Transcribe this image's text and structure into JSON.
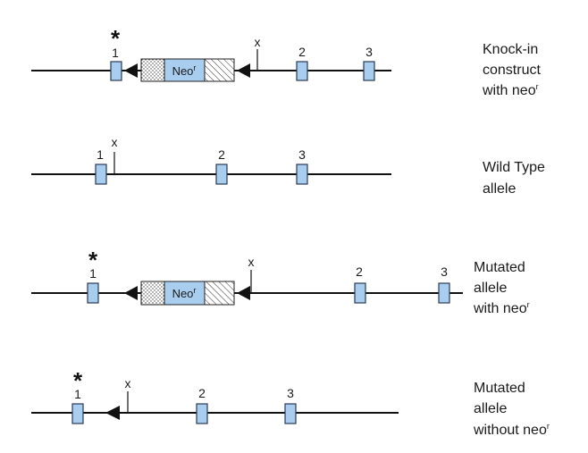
{
  "tracks": [
    {
      "id": "knockin",
      "label_lines": [
        "Knock-in",
        "construct",
        "with neo"
      ],
      "label_sup": "r",
      "star": true,
      "exon_labels": [
        "1",
        "2",
        "3"
      ],
      "marker": "x",
      "cassette": {
        "text": "Neo",
        "sup": "r"
      }
    },
    {
      "id": "wildtype",
      "label_lines": [
        "Wild Type",
        "allele"
      ],
      "label_sup": "",
      "star": false,
      "exon_labels": [
        "1",
        "2",
        "3"
      ],
      "marker": "x",
      "cassette": null
    },
    {
      "id": "mutated-neo",
      "label_lines": [
        "Mutated",
        "allele",
        "with neo"
      ],
      "label_sup": "r",
      "star": true,
      "exon_labels": [
        "1",
        "2",
        "3"
      ],
      "marker": "x",
      "cassette": {
        "text": "Neo",
        "sup": "r"
      }
    },
    {
      "id": "mutated-noneo",
      "label_lines": [
        "Mutated",
        "allele",
        "without neo"
      ],
      "label_sup": "r",
      "star": true,
      "exon_labels": [
        "1",
        "2",
        "3"
      ],
      "marker": "x",
      "cassette": null
    }
  ],
  "star_symbol": "*",
  "colors": {
    "exon": "#a9cdee",
    "line": "#111111"
  }
}
